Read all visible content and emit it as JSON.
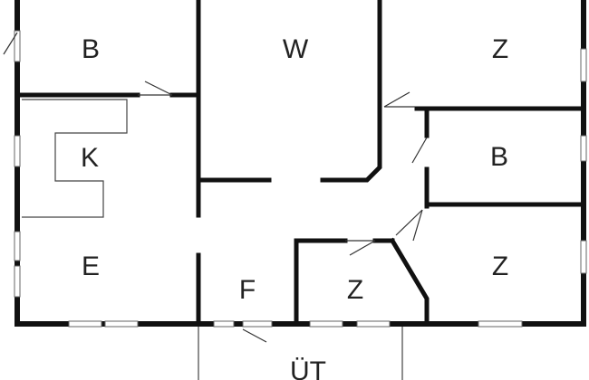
{
  "rooms": {
    "b_top_left": "B",
    "w": "W",
    "z_top_right": "Z",
    "k": "K",
    "b_right": "B",
    "e": "E",
    "f": "F",
    "z_center": "Z",
    "z_bottom_right": "Z",
    "ut": "ÜT"
  }
}
